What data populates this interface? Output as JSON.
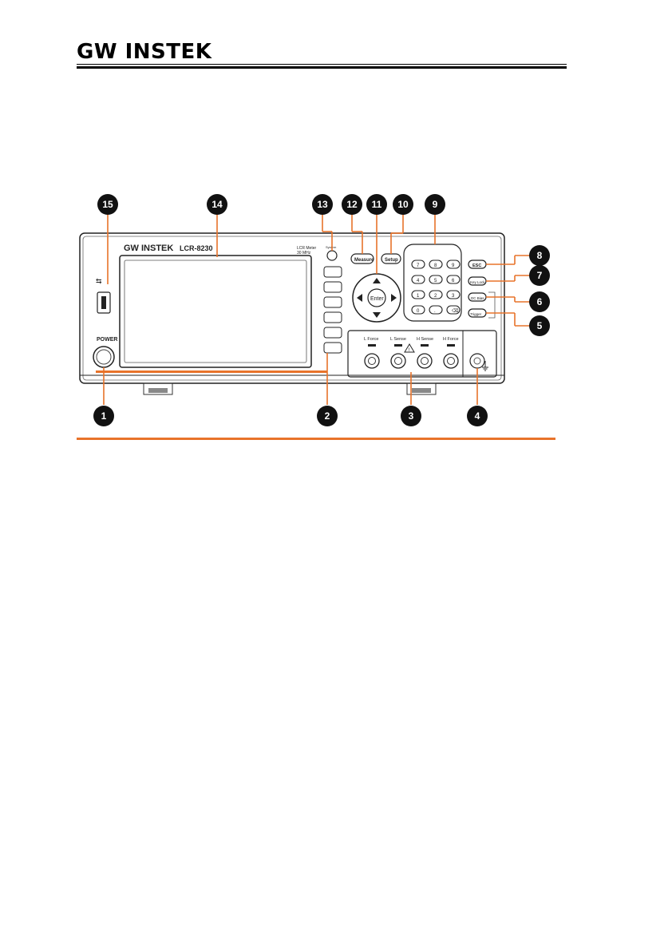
{
  "header": {
    "brand": "GW INSTEK"
  },
  "panel": {
    "brand_label": "GW INSTEK",
    "model": "LCR-8230",
    "subtitle_1": "LCR Meter",
    "subtitle_2": "30 MHz",
    "power_label": "POWER",
    "measure_key": "Measure",
    "setup_key": "Setup",
    "enter_key": "Enter",
    "esc_key": "ESC",
    "keylock_key": "Key Lock",
    "dcbias_key": "DC Bias",
    "trigger_key": "Trigger",
    "keypad": [
      "7",
      "8",
      "9",
      "4",
      "5",
      "6",
      "1",
      "2",
      "3",
      "0",
      ".",
      "⌫"
    ],
    "terminals": [
      "L Force",
      "L Sense",
      "H Sense",
      "H Force"
    ],
    "system_label": "System"
  },
  "callouts": [
    "1",
    "2",
    "3",
    "4",
    "5",
    "6",
    "7",
    "8",
    "9",
    "10",
    "11",
    "12",
    "13",
    "14",
    "15"
  ],
  "colors": {
    "accent_rule": "#e8732a",
    "callout_fill": "#111111",
    "panel_stroke": "#222222"
  }
}
